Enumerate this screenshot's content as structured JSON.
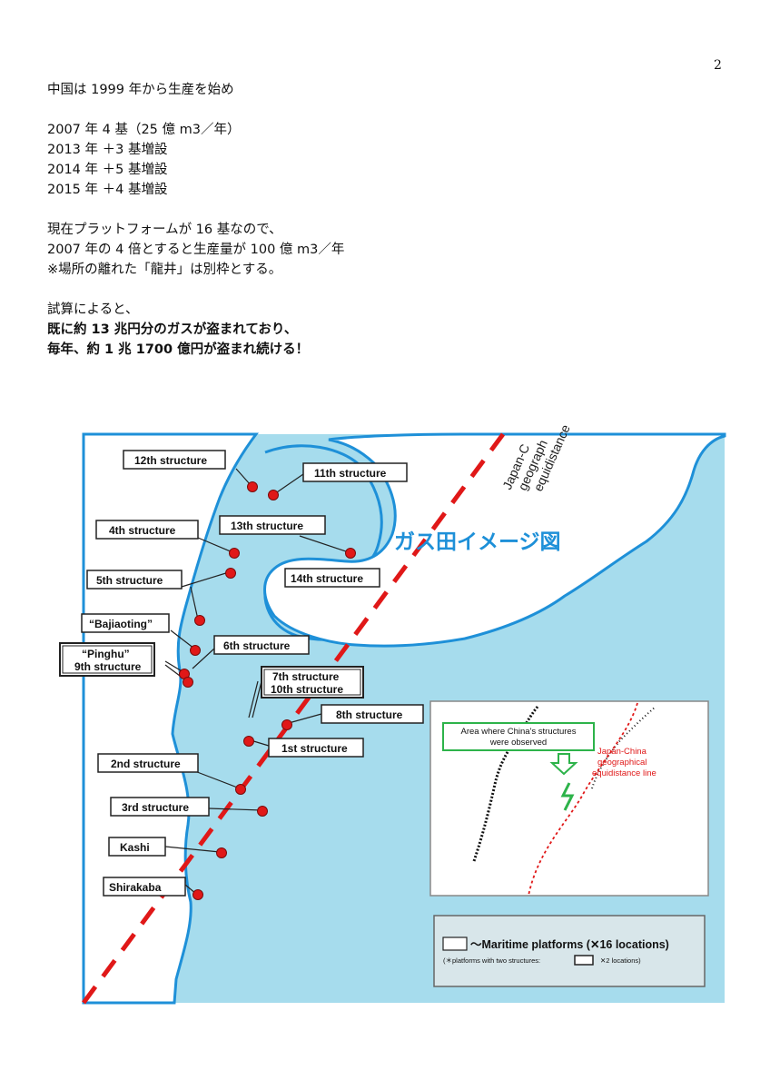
{
  "page_number": "2",
  "intro": "中国は 1999 年から生産を始め",
  "timeline": [
    "2007 年 4 基（25 億 m3／年）",
    "2013 年 ＋3 基増設",
    "2014 年 ＋5 基増設",
    "2015 年 ＋4 基増設"
  ],
  "current": {
    "line1": "現在プラットフォームが 16 基なので、",
    "line2": "2007 年の 4 倍とすると生産量が 100 億 m3／年",
    "line3": "※場所の離れた「龍井」は別枠とする。"
  },
  "estimate": {
    "line1": "試算によると、",
    "line2_prefix": "既に",
    "line2_bold": "約 13 兆円分",
    "line2_suffix": "のガスが盗まれており、",
    "line3_prefix": "毎年、",
    "line3_bold": "約 1 兆 1700 億円",
    "line3_suffix": "が盗まれ続ける！"
  },
  "map": {
    "title": "ガス田イメージ図",
    "boundary_label": [
      "Japan-C",
      "geograph",
      "equidistance"
    ],
    "labels": {
      "s12": "12th structure",
      "s11": "11th structure",
      "s4": "4th structure",
      "s13": "13th structure",
      "s5": "5th structure",
      "s14": "14th structure",
      "bajiaoting": "“Bajiaoting”",
      "pinghu_1": "“Pinghu”",
      "pinghu_2": "9th structure",
      "s6": "6th structure",
      "s7": "7th structure",
      "s10": "10th structure",
      "s8": "8th structure",
      "s1": "1st structure",
      "s2": "2nd structure",
      "s3": "3rd structure",
      "kashi": "Kashi",
      "shirakaba": "Shirakaba"
    },
    "inset": {
      "observed_line1": "Area where China's structures",
      "observed_line2": "were observed",
      "boundary_line1": "Japan-China",
      "boundary_line2": "geographical",
      "boundary_line3": "equidistance line"
    },
    "legend": {
      "main": "〜Maritime platforms (✕16 locations)",
      "note": "(＊platforms with two structures:",
      "note_count": "✕2 locations)"
    },
    "colors": {
      "sea": "#a6dced",
      "outline": "#1e90d8",
      "dot": "#e01818",
      "line": "#e01818",
      "title": "#1e90d8"
    }
  }
}
